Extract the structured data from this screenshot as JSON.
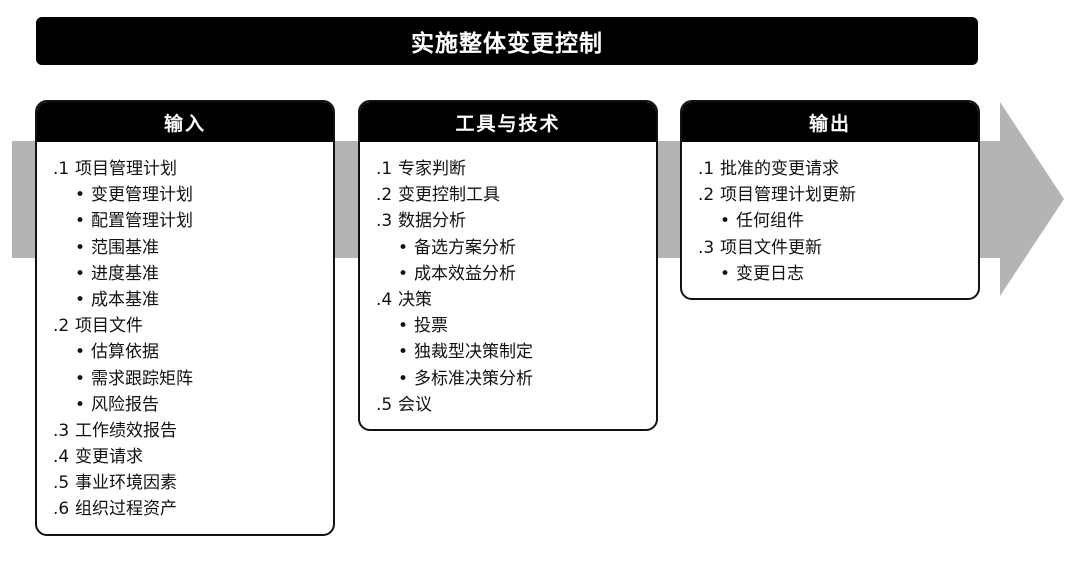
{
  "title": "实施整体变更控制",
  "inputs": {
    "header": "输入",
    "items": [
      {
        "num": ".1",
        "label": "项目管理计划",
        "subs": [
          "变更管理计划",
          "配置管理计划",
          "范围基准",
          "进度基准",
          "成本基准"
        ]
      },
      {
        "num": ".2",
        "label": "项目文件",
        "subs": [
          "估算依据",
          "需求跟踪矩阵",
          "风险报告"
        ]
      },
      {
        "num": ".3",
        "label": "工作绩效报告",
        "subs": []
      },
      {
        "num": ".4",
        "label": "变更请求",
        "subs": []
      },
      {
        "num": ".5",
        "label": "事业环境因素",
        "subs": []
      },
      {
        "num": ".6",
        "label": "组织过程资产",
        "subs": []
      }
    ]
  },
  "tools": {
    "header": "工具与技术",
    "items": [
      {
        "num": ".1",
        "label": "专家判断",
        "subs": []
      },
      {
        "num": ".2",
        "label": "变更控制工具",
        "subs": []
      },
      {
        "num": ".3",
        "label": "数据分析",
        "subs": [
          "备选方案分析",
          "成本效益分析"
        ]
      },
      {
        "num": ".4",
        "label": "决策",
        "subs": [
          "投票",
          "独裁型决策制定",
          "多标准决策分析"
        ]
      },
      {
        "num": ".5",
        "label": "会议",
        "subs": []
      }
    ]
  },
  "outputs": {
    "header": "输出",
    "items": [
      {
        "num": ".1",
        "label": "批准的变更请求",
        "subs": []
      },
      {
        "num": ".2",
        "label": "项目管理计划更新",
        "subs": [
          "任何组件"
        ]
      },
      {
        "num": ".3",
        "label": "项目文件更新",
        "subs": [
          "变更日志"
        ]
      }
    ]
  },
  "colors": {
    "header_bg": "#000000",
    "arrow": "#b4b4b4"
  }
}
